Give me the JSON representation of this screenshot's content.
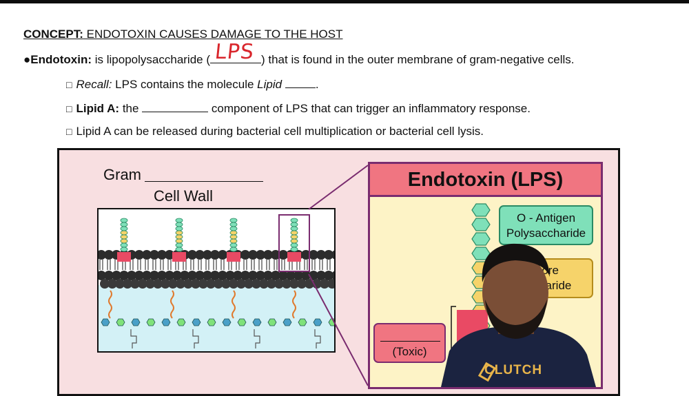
{
  "header": {
    "concept_label": "CONCEPT:",
    "concept_text": " ENDOTOXIN CAUSES DAMAGE TO THE HOST"
  },
  "bullets": {
    "endotoxin_label": "●Endotoxin:",
    "endotoxin_pre": " is lipopolysaccharide (",
    "endotoxin_post": ") that is found in the outer membrane of gram-negative cells.",
    "handwritten_answer": "LPS",
    "recall_label": "Recall:",
    "recall_pre": " LPS contains the molecule ",
    "recall_italic": "Lipid",
    "recall_post": ".",
    "lipida_label": "Lipid A:",
    "lipida_pre": " the ",
    "lipida_post": " component of LPS that can trigger an inflammatory response.",
    "release_text": "Lipid A can be released during bacterial cell multiplication or bacterial cell lysis.",
    "checkbox_glyph": "□"
  },
  "figure": {
    "gram_label": "Gram",
    "cell_wall_label": "Cell Wall",
    "zoom_title": "Endotoxin (LPS)",
    "o_antigen_line1": "O - Antigen",
    "o_antigen_line2": "Polysaccharide",
    "core_line1": "Core",
    "core_line2": "accharide",
    "lipid_toxic": "(Toxic)"
  },
  "branding": {
    "logo_text": "CLUTCH"
  },
  "colors": {
    "figure_bg": "#f8dfe1",
    "zoom_header": "#f07581",
    "zoom_border": "#7a2c6f",
    "o_antigen": "#7fe0b9",
    "core": "#f6d36a",
    "lipid_red": "#e94a64",
    "handwriting_red": "#d9262c"
  }
}
